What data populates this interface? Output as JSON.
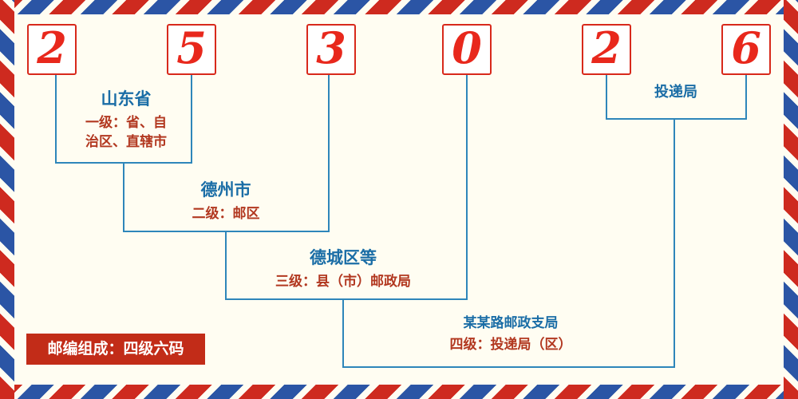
{
  "postal_code": "253026",
  "digits": [
    "2",
    "5",
    "3",
    "0",
    "2",
    "6"
  ],
  "levels": [
    {
      "title": "山东省",
      "desc1": "一级：省、自",
      "desc2": "治区、直辖市"
    },
    {
      "title": "德州市",
      "desc1": "二级：邮区"
    },
    {
      "title": "德城区等",
      "desc1": "三级：县（市）邮政局"
    },
    {
      "title": "某某路邮政支局",
      "desc1": "四级：投递局（区）"
    },
    {
      "title": "投递局"
    }
  ],
  "badge": {
    "label": "邮编组成：四级六码"
  },
  "colors": {
    "digit_red": "#e8281c",
    "box_border_red": "#d8291b",
    "line_blue": "#2e86ba",
    "label_blue": "#1a6da6",
    "desc_red": "#b23820",
    "stripe_red": "#ce2a1f",
    "stripe_blue": "#2b55a5",
    "badge_bg": "#c22c18",
    "badge_text": "#ffffff",
    "background": "#fffdf2"
  }
}
